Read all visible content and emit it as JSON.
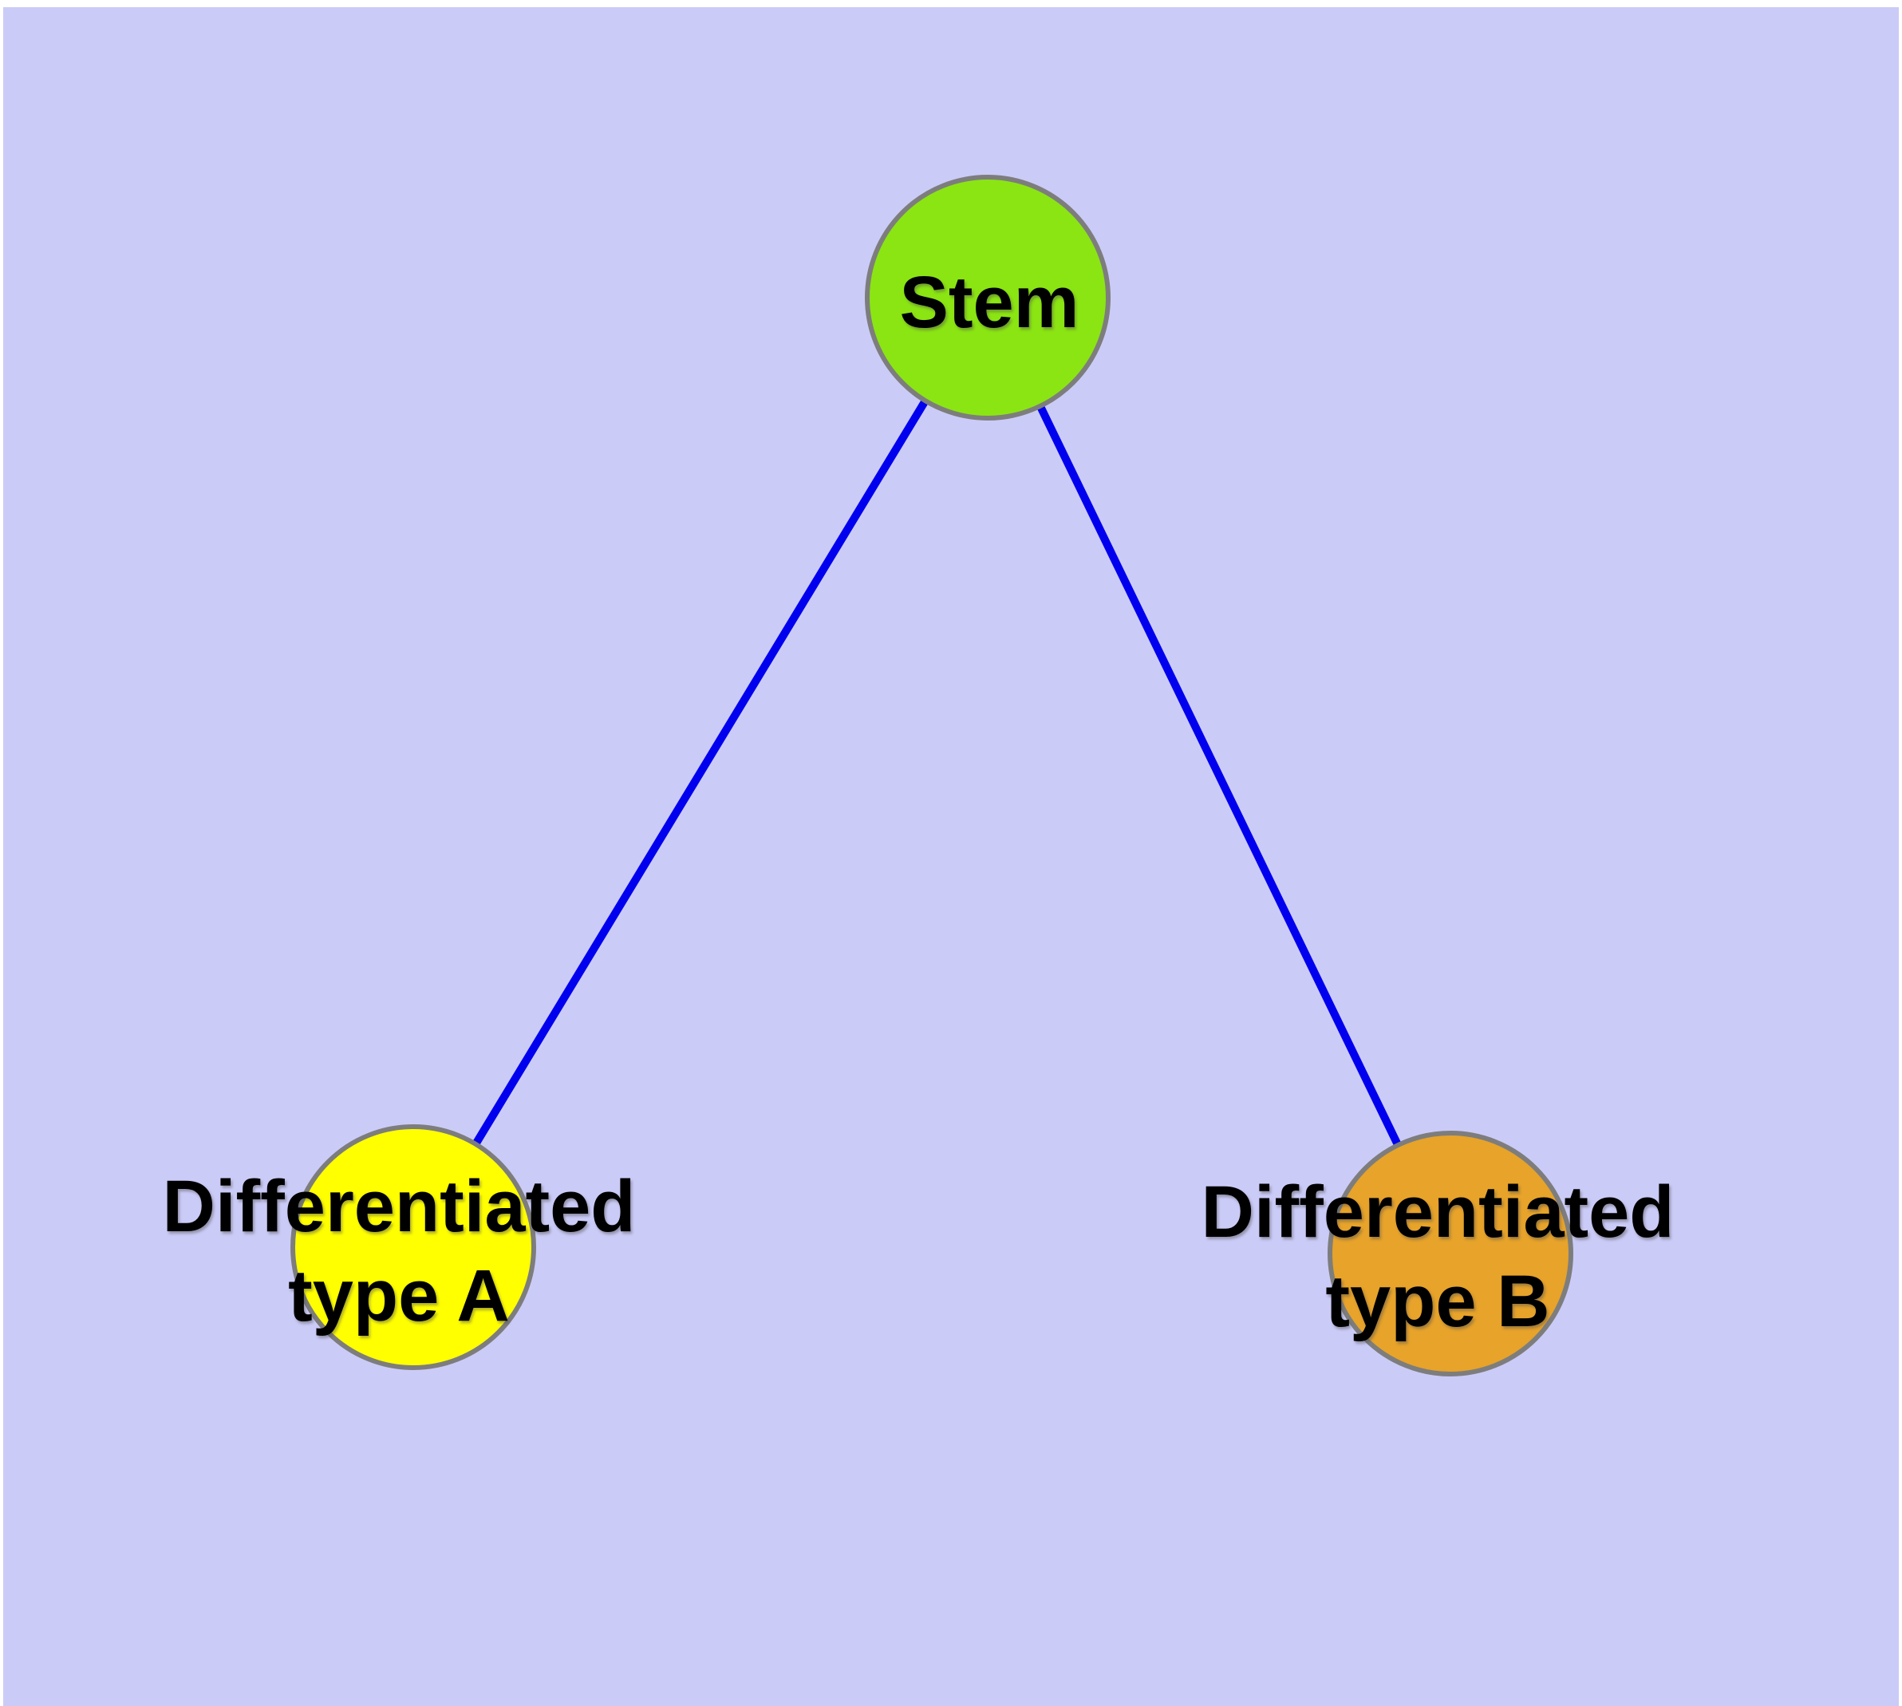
{
  "diagram": {
    "background_color": "#CBCBF8",
    "page_margin_color": "#FFFFFF",
    "edge_color": "#0000EE",
    "node_border_color": "#7D7D7D",
    "text_color": "#000000",
    "nodes": {
      "stem": {
        "label": "Stem",
        "fill": "#8BE512"
      },
      "type_a": {
        "label_line1": "Differentiated",
        "label_line2": "type A",
        "fill": "#FFFF00"
      },
      "type_b": {
        "label_line1": "Differentiated",
        "label_line2": "type B",
        "fill": "#E7A32A"
      }
    },
    "edges": [
      {
        "from": "stem",
        "to": "type_a"
      },
      {
        "from": "stem",
        "to": "type_b"
      }
    ]
  }
}
